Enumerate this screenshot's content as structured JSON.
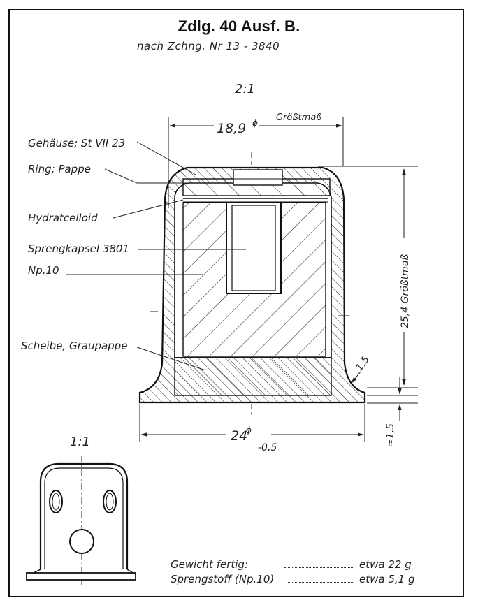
{
  "title": "Zdlg. 40 Ausf. B.",
  "subtitle": "nach Zchng. Nr 13 - 3840",
  "scale_main": "2:1",
  "scale_small": "1:1",
  "dimensions": {
    "top_width": "18,9",
    "top_width_symbol": "ϕ",
    "top_width_note": "Größtmaß",
    "height": "25,4 Größtmaß",
    "base_width": "24",
    "base_width_symbol": "ϕ",
    "base_tolerance": "-0,5",
    "fillet": "1,5",
    "flange": "≈1,5"
  },
  "labels": {
    "gehaeuse": "Gehäuse; St VII 23",
    "ring": "Ring; Pappe",
    "hydratcelloid": "Hydratcelloid",
    "sprengkapsel": "Sprengkapsel 3801",
    "np10": "Np.10",
    "scheibe": "Scheibe, Graupappe"
  },
  "notes": {
    "gewicht_label": "Gewicht fertig:",
    "gewicht_value": "etwa 22 g",
    "sprengstoff_label": "Sprengstoff (Np.10)",
    "sprengstoff_value": "etwa 5,1 g"
  }
}
